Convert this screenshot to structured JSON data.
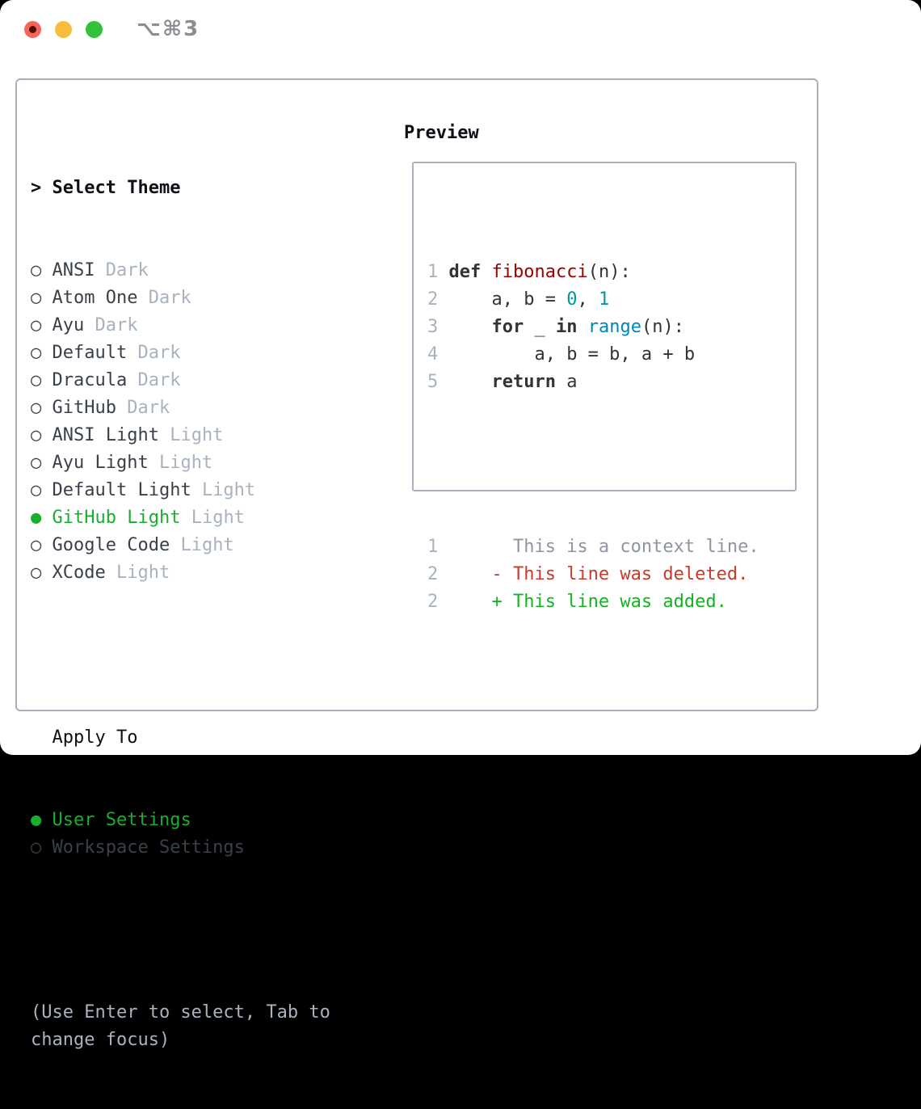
{
  "titlebar": {
    "shortcut": "⌥⌘3",
    "lights": [
      {
        "name": "close",
        "color": "#f4655c",
        "inner_dot": "#540e07"
      },
      {
        "name": "minimize",
        "color": "#f8bd3c"
      },
      {
        "name": "zoom",
        "color": "#33c13d"
      }
    ]
  },
  "colors": {
    "panel_border": "#a8b0bb",
    "text": "#3a4049",
    "muted": "#a9b2bf",
    "accent_green": "#19ae2d",
    "syntax_function": "#990000",
    "syntax_number": "#009999",
    "syntax_builtin": "#0086b3",
    "diff_deleted": "#c43c2b",
    "diff_added": "#15b323"
  },
  "theme_picker": {
    "prompt": ">",
    "title": "Select Theme",
    "radio_empty": "○",
    "radio_filled": "●",
    "items": [
      {
        "label": "ANSI",
        "variant": "Dark",
        "selected": false
      },
      {
        "label": "Atom One",
        "variant": "Dark",
        "selected": false
      },
      {
        "label": "Ayu",
        "variant": "Dark",
        "selected": false
      },
      {
        "label": "Default",
        "variant": "Dark",
        "selected": false
      },
      {
        "label": "Dracula",
        "variant": "Dark",
        "selected": false
      },
      {
        "label": "GitHub",
        "variant": "Dark",
        "selected": false
      },
      {
        "label": "ANSI Light",
        "variant": "Light",
        "selected": false
      },
      {
        "label": "Ayu Light",
        "variant": "Light",
        "selected": false
      },
      {
        "label": "Default Light",
        "variant": "Light",
        "selected": false
      },
      {
        "label": "GitHub Light",
        "variant": "Light",
        "selected": true
      },
      {
        "label": "Google Code",
        "variant": "Light",
        "selected": false
      },
      {
        "label": "XCode",
        "variant": "Light",
        "selected": false
      }
    ]
  },
  "apply_to": {
    "title": "Apply To",
    "options": [
      {
        "label": "User Settings",
        "selected": true
      },
      {
        "label": "Workspace Settings",
        "selected": false
      }
    ]
  },
  "help_text": "(Use Enter to select, Tab to change focus)",
  "preview": {
    "title": "Preview",
    "code_lines": [
      {
        "num": "1",
        "segs": [
          {
            "t": "def",
            "c": "kw"
          },
          {
            "t": " ",
            "c": "pl"
          },
          {
            "t": "fibonacci",
            "c": "fn"
          },
          {
            "t": "(n):",
            "c": "pl"
          }
        ]
      },
      {
        "num": "2",
        "segs": [
          {
            "t": "    a, b = ",
            "c": "pl"
          },
          {
            "t": "0",
            "c": "lit"
          },
          {
            "t": ", ",
            "c": "pl"
          },
          {
            "t": "1",
            "c": "lit"
          }
        ]
      },
      {
        "num": "3",
        "segs": [
          {
            "t": "    ",
            "c": "pl"
          },
          {
            "t": "for",
            "c": "kw"
          },
          {
            "t": " _ ",
            "c": "pl"
          },
          {
            "t": "in",
            "c": "kw"
          },
          {
            "t": " ",
            "c": "pl"
          },
          {
            "t": "range",
            "c": "bi"
          },
          {
            "t": "(n):",
            "c": "pl"
          }
        ]
      },
      {
        "num": "4",
        "segs": [
          {
            "t": "        a, b = b, a + b",
            "c": "pl"
          }
        ]
      },
      {
        "num": "5",
        "segs": [
          {
            "t": "    ",
            "c": "pl"
          },
          {
            "t": "return",
            "c": "kw"
          },
          {
            "t": " a",
            "c": "pl"
          }
        ]
      }
    ],
    "diff_lines": [
      {
        "num": "1",
        "c": "ctx",
        "text": "      This is a context line."
      },
      {
        "num": "2",
        "c": "del",
        "text": "    - This line was deleted."
      },
      {
        "num": "2",
        "c": "add",
        "text": "    + This line was added."
      }
    ]
  }
}
